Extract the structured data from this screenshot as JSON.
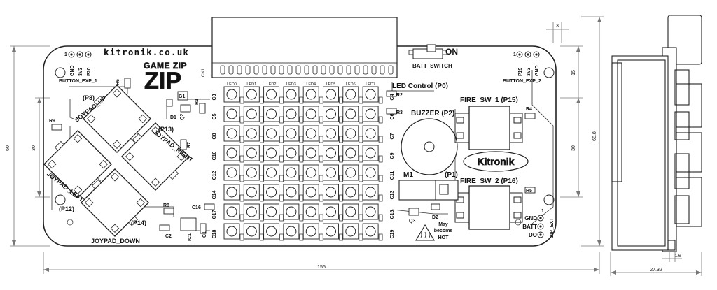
{
  "board": {
    "url": "kitronik.co.uk",
    "logo": "GAME ZIP",
    "header_connector": "CN1",
    "batt_switch": {
      "on_label": "ON",
      "name": "BATT_SWITCH"
    },
    "led_control": "LED Control (P0)",
    "buzzer": "BUZZER (P2)",
    "motor": {
      "name": "M1",
      "pin": "(P1)"
    },
    "kitronik": "Kitronik",
    "fire_sw_1": "FIRE_SW_1 (P15)",
    "fire_sw_2": "FIRE_SW_2 (P16)",
    "warning": [
      "May",
      "become",
      "HOT"
    ],
    "button_exp_1": {
      "pins": [
        "GND",
        "3V3",
        "P20"
      ],
      "pin1": "1",
      "label": "BUTTON_EXP_1"
    },
    "button_exp_2": {
      "pins": [
        "P19",
        "3V3",
        "GND"
      ],
      "pin1": "1",
      "label": "BUTTON_EXP_2"
    },
    "zip_ext": {
      "pins": [
        "GND",
        "BATT",
        "DO"
      ],
      "pin1": "1",
      "label": "ZIP_EXT"
    },
    "joypad": {
      "up": "JOYPAD_UP",
      "up_pin": "(P8)",
      "right": "JOYPAD_RIGHT",
      "right_pin": "(P13)",
      "left": "JOYPAD_LEFT",
      "left_pin": "(P12)",
      "down": "JOYPAD_DOWN",
      "down_pin": "(P14)"
    },
    "leds": [
      "LED0",
      "LED1",
      "LED2",
      "LED3",
      "LED4",
      "LED5",
      "LED6",
      "LED7"
    ],
    "left_caps": [
      "C3",
      "C5",
      "C8",
      "C10",
      "C12",
      "C14",
      "C17",
      "C18"
    ],
    "right_caps": [
      "C4",
      "C6",
      "C7",
      "C9",
      "C11",
      "C13",
      "C15",
      "C19"
    ],
    "components": [
      "R6",
      "R9",
      "G1",
      "D1",
      "Q2",
      "R1",
      "R2",
      "R3",
      "R7",
      "R8",
      "C16",
      "C2",
      "IC1",
      "C1",
      "R4",
      "R5",
      "Q3",
      "D2"
    ]
  },
  "dimensions": {
    "d155": "155",
    "d60": "60",
    "d30_left": "30",
    "d30_right": "30",
    "d15": "15",
    "d3": "3",
    "d68": "68.8",
    "d27": "27.32",
    "d1_6": "1.6"
  }
}
